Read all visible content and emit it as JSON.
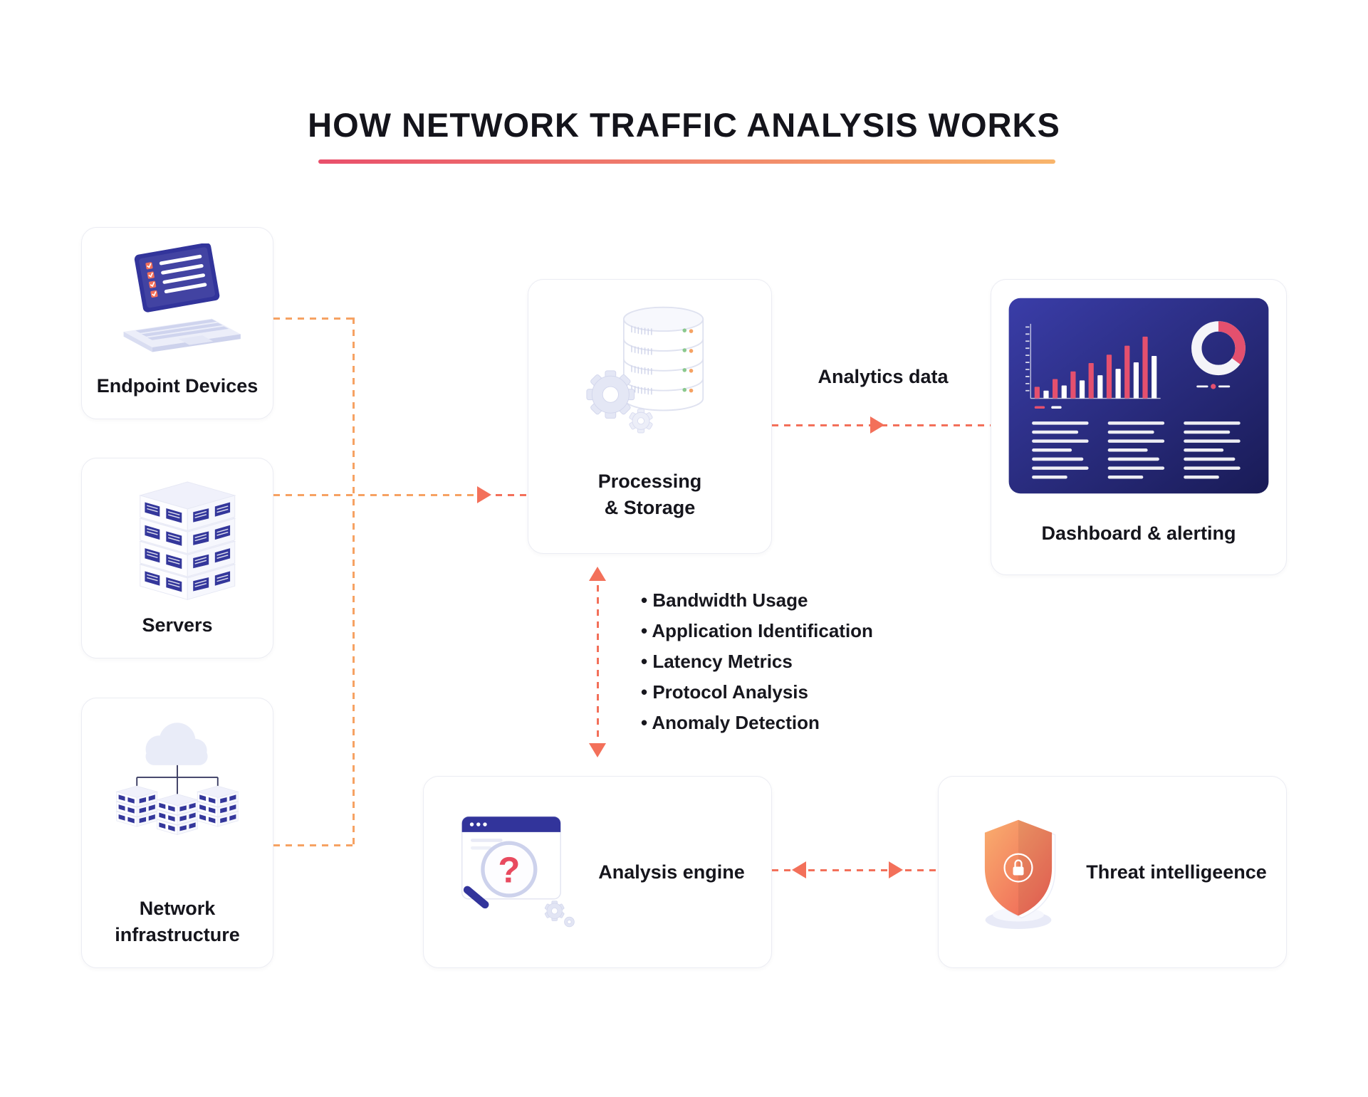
{
  "title": "HOW NETWORK TRAFFIC ANALYSIS WORKS",
  "nodes": {
    "endpoint": {
      "label": "Endpoint Devices",
      "icon": "laptop-icon"
    },
    "servers": {
      "label": "Servers",
      "icon": "server-stack-icon"
    },
    "network": {
      "label": "Network\ninfrastructure",
      "icon": "cloud-network-icon"
    },
    "processing": {
      "label": "Processing\n& Storage",
      "icon": "database-gear-icon"
    },
    "dashboard": {
      "label": "Dashboard & alerting",
      "icon": "analytics-dashboard-icon"
    },
    "analysis": {
      "label": "Analysis engine",
      "icon": "magnifier-browser-icon"
    },
    "threat": {
      "label": "Threat intelligeence",
      "icon": "shield-lock-icon"
    }
  },
  "flows": {
    "analytics_label": "Analytics data",
    "metrics": [
      "Bandwidth Usage",
      "Application Identification",
      "Latency Metrics",
      "Protocol Analysis",
      "Anomaly Detection"
    ]
  },
  "colors": {
    "connector_orange": "#f6a263",
    "connector_salmon": "#f3705a",
    "navy": "#32349b",
    "chart_red": "#e4506e",
    "underline_gradient_start": "#e94f6b",
    "underline_gradient_end": "#f8b56b"
  }
}
